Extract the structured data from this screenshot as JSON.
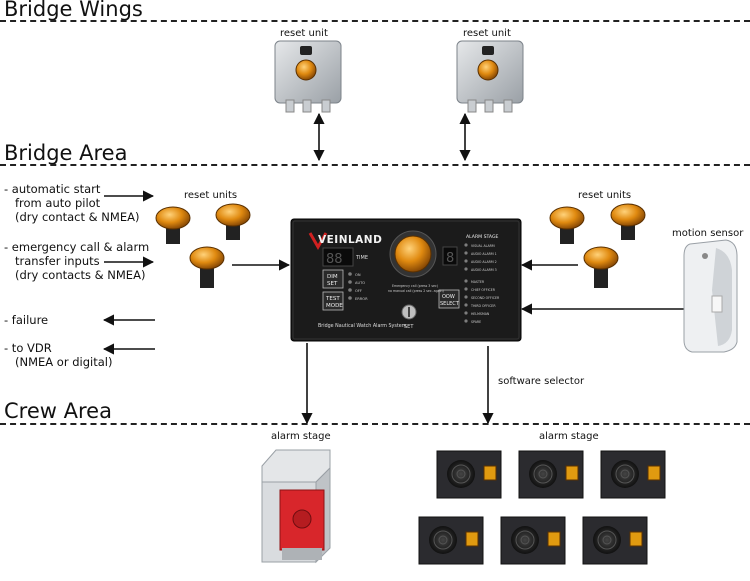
{
  "sections": {
    "bridge_wings": "Bridge Wings",
    "bridge_area": "Bridge Area",
    "crew_area": "Crew Area"
  },
  "labels": {
    "reset_unit_1": "reset unit",
    "reset_unit_2": "reset unit",
    "reset_units_left": "reset units",
    "reset_units_right": "reset units",
    "motion_sensor": "motion sensor",
    "software_selector": "software selector",
    "alarm_stage_left": "alarm stage",
    "alarm_stage_right": "alarm stage"
  },
  "inputs": {
    "auto_start": [
      "- automatic start",
      "from auto pilot",
      "(dry contact & NMEA)"
    ],
    "emergency": [
      "- emergency call & alarm",
      "transfer inputs",
      "(dry contacts & NMEA)"
    ]
  },
  "outputs": {
    "failure": "- failure",
    "vdr": [
      "- to VDR",
      "(NMEA or digital)"
    ]
  },
  "panel": {
    "brand": "VEINLAND",
    "time_label": "TIME",
    "dim_set": [
      "DIM",
      "SET"
    ],
    "test_mode": [
      "TEST",
      "MODE"
    ],
    "status_leds": [
      "ON",
      "AUTO",
      "OFF",
      "ERROR"
    ],
    "emergency_text": [
      "Emergency call (press 3 sec)",
      "no manual call (press 2 sec. again)"
    ],
    "set_label": "SET",
    "oow_select": [
      "OOW",
      "SELECT"
    ],
    "alarm_stage_title": "ALARM STAGE",
    "alarm_stages": [
      "VISUAL ALARM",
      "AUDIO ALARM 1",
      "AUDIO ALARM 2",
      "AUDIO ALARM 3"
    ],
    "officers": [
      "MASTER",
      "CHIEF OFFICER",
      "SECOND OFFICER",
      "THIRD OFFICER",
      "HELMSMAN",
      "SPARE"
    ],
    "footer": "Bridge Nautical Watch Alarm System",
    "digits_time": "88",
    "digit_stage": "8"
  },
  "colors": {
    "amber": "#e08a10",
    "panel": "#1b1b1b",
    "red_box": "#d8262b"
  }
}
